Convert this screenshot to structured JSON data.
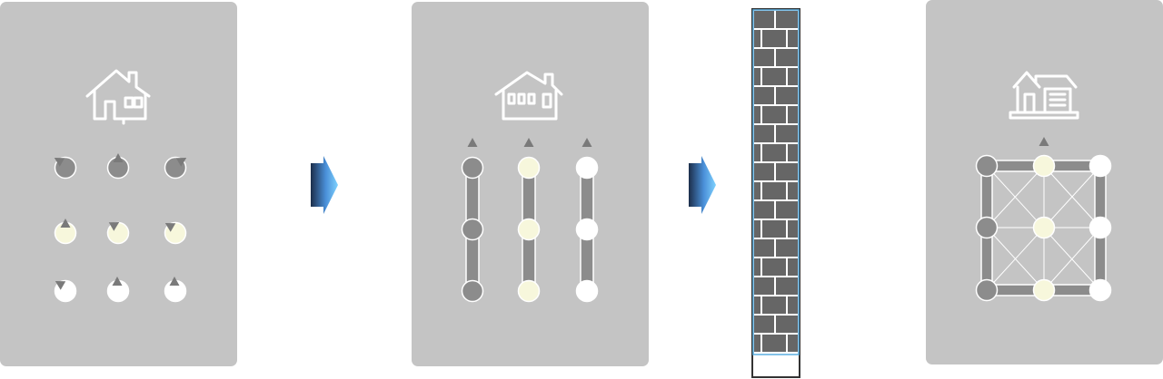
{
  "diagram": {
    "stages": [
      {
        "id": "stage-1",
        "house_icon": "house-icon",
        "layout": "isolated-nodes-grid",
        "rows": [
          {
            "fill": "#8c8c8c",
            "count": 3
          },
          {
            "fill": "#f7f7dc",
            "count": 3
          },
          {
            "fill": "#ffffff",
            "count": 3
          }
        ]
      },
      {
        "id": "stage-2",
        "house_icon": "house-with-windows-icon",
        "layout": "vertical-chains",
        "columns": [
          {
            "fill": "#8c8c8c",
            "count": 3
          },
          {
            "fill": "#f7f7dc",
            "count": 3
          },
          {
            "fill": "#ffffff",
            "count": 3
          }
        ]
      },
      {
        "id": "stage-3",
        "house_icon": "house-with-garage-icon",
        "layout": "connected-mesh",
        "grid": [
          [
            "#8c8c8c",
            "#f7f7dc",
            "#ffffff"
          ],
          [
            "#8c8c8c",
            "#f7f7dc",
            "#ffffff"
          ],
          [
            "#8c8c8c",
            "#f7f7dc",
            "#ffffff"
          ]
        ]
      }
    ],
    "transitions": [
      {
        "from": "stage-1",
        "to": "stage-2",
        "icon": "arrow-right-icon"
      },
      {
        "from": "stage-2",
        "to": "stage-3",
        "icon": "arrow-right-icon"
      }
    ],
    "barrier": {
      "icon": "brick-wall-icon",
      "brick_color": "#666666",
      "mortar_color": "#ffffff",
      "border_color": "#5aaee0"
    },
    "colors": {
      "panel": "#c4c4c4",
      "link": "#8c8c8c",
      "node_stroke": "#ffffff",
      "marker": "#7a7a7a"
    }
  }
}
